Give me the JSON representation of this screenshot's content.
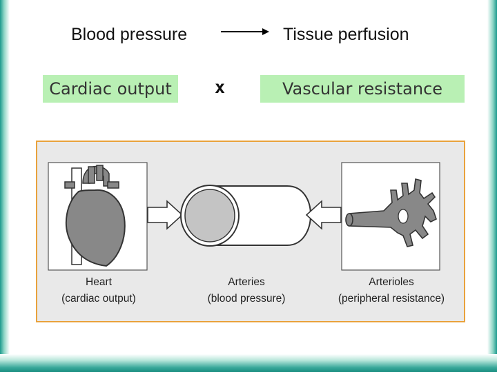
{
  "header": {
    "left": "Blood pressure",
    "right": "Tissue perfusion"
  },
  "formula": {
    "term1": "Cardiac output",
    "operator": "x",
    "term2": "Vascular resistance"
  },
  "figure": {
    "heart": {
      "line1": "Heart",
      "line2": "(cardiac output)"
    },
    "arteries": {
      "line1": "Arteries",
      "line2": "(blood pressure)"
    },
    "arterioles": {
      "line1": "Arterioles",
      "line2": "(peripheral resistance)"
    }
  },
  "colors": {
    "accent_border": "#e9a23c",
    "term_highlight": "#b9f0b4",
    "slide_accent": "#1c9a8e"
  }
}
